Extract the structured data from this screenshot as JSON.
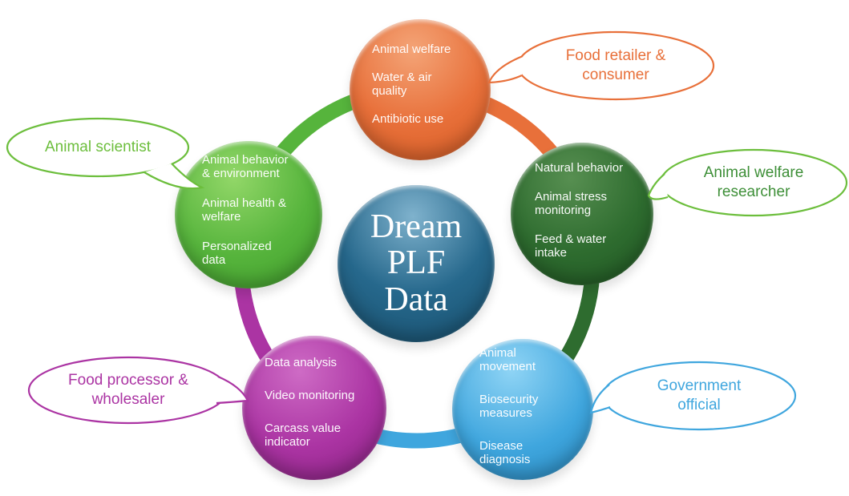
{
  "title": "Dream PLF Data",
  "colors": {
    "orange": "#E8703A",
    "green": "#56B43C",
    "darkgreen": "#2E6C2F",
    "magenta": "#AB34A3",
    "blue": "#3FA6DE",
    "center": "#26688C",
    "callout_scientist": "#6CBE3C",
    "callout_researcher": "#3E8F38"
  },
  "center": {
    "lines": [
      "Dream",
      "PLF",
      "Data"
    ]
  },
  "nodes": {
    "food_retailer": {
      "callout": "Food retailer & consumer",
      "items": [
        "Animal welfare",
        "Water & air quality",
        "Antibiotic use"
      ]
    },
    "animal_scientist": {
      "callout": "Animal scientist",
      "items": [
        "Animal behavior & environment",
        "Animal health & welfare",
        "Personalized data"
      ]
    },
    "welfare_researcher": {
      "callout": "Animal welfare researcher",
      "items": [
        "Natural behavior",
        "Animal stress monitoring",
        "Feed & water intake"
      ]
    },
    "food_processor": {
      "callout": "Food processor & wholesaler",
      "items": [
        "Data analysis",
        "Video monitoring",
        "Carcass value indicator"
      ]
    },
    "government_official": {
      "callout": "Government official",
      "items": [
        "Animal movement",
        "Biosecurity measures",
        "Disease diagnosis"
      ]
    }
  }
}
